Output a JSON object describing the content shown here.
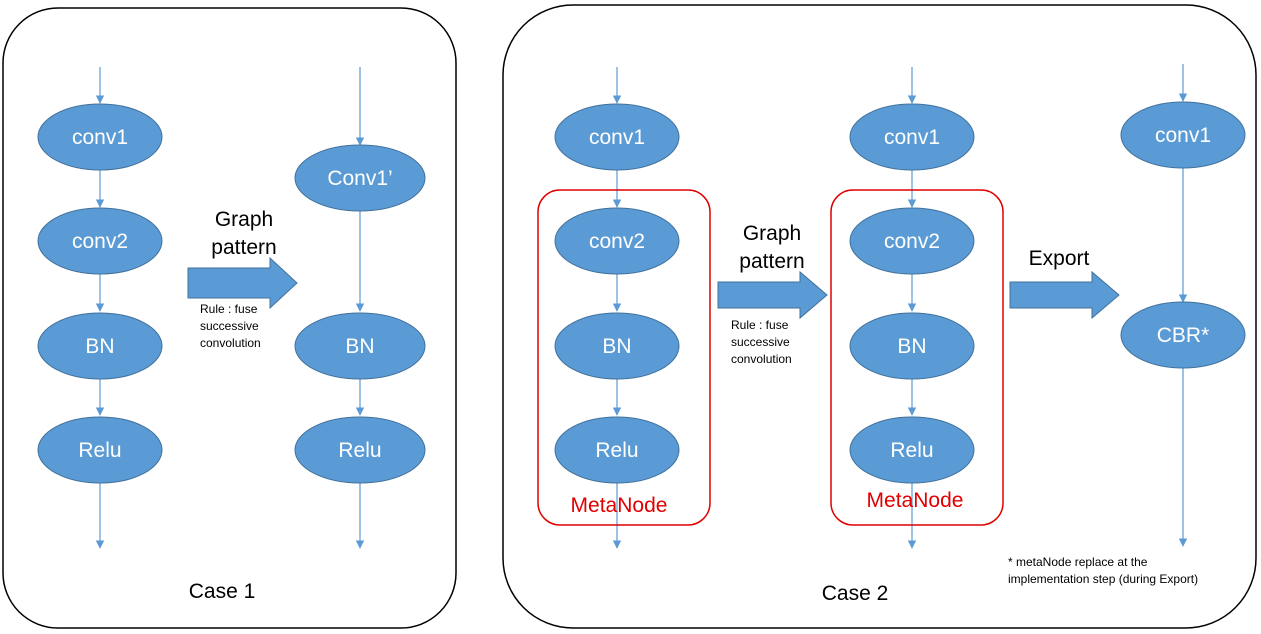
{
  "case1": {
    "label": "Case 1",
    "before_nodes": [
      "conv1",
      "conv2",
      "BN",
      "Relu"
    ],
    "after_nodes": [
      "Conv1’",
      "BN",
      "Relu"
    ],
    "transform": {
      "title_line1": "Graph",
      "title_line2": "pattern",
      "rule_line1": "Rule : fuse",
      "rule_line2": "successive",
      "rule_line3": "convolution"
    }
  },
  "case2": {
    "label": "Case 2",
    "before_nodes": [
      "conv1",
      "conv2",
      "BN",
      "Relu"
    ],
    "middle_nodes": [
      "conv1",
      "conv2",
      "BN",
      "Relu"
    ],
    "export_nodes": [
      "conv1",
      "CBR*"
    ],
    "metanode_label": "MetaNode",
    "transform": {
      "title_line1": "Graph",
      "title_line2": "pattern",
      "rule_line1": "Rule : fuse",
      "rule_line2": "successive",
      "rule_line3": "convolution"
    },
    "export_label": "Export",
    "footnote_line1": "* metaNode replace at the",
    "footnote_line2": "implementation step (during Export)"
  },
  "colors": {
    "node": "#5b9bd5",
    "node_stroke": "#41719c",
    "arrow": "#5b9bd5",
    "metanode": "#e00000"
  }
}
